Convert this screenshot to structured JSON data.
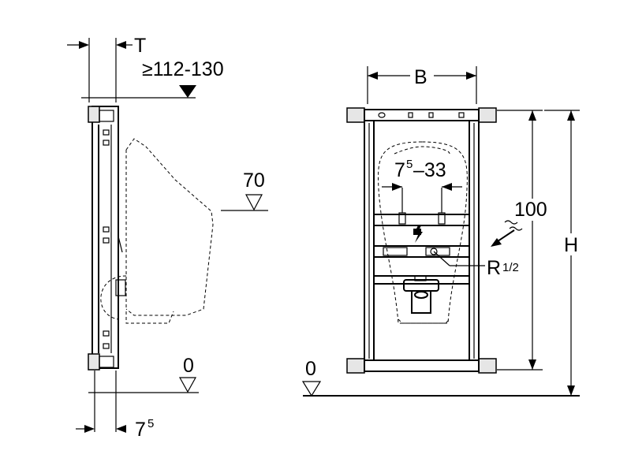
{
  "side_view": {
    "dim_T": "T",
    "dim_depth": "≥112-130",
    "dim_height_70": "70",
    "dim_zero": "0",
    "dim_offset_base": "7",
    "dim_offset_sup": "5"
  },
  "front_view": {
    "dim_B": "B",
    "dim_range_base": "7",
    "dim_range_sup": "5",
    "dim_range_rest": "–33",
    "dim_100": "100",
    "dim_H": "H",
    "dim_zero": "0",
    "label_R": "R",
    "label_R_sup": "1/2"
  }
}
